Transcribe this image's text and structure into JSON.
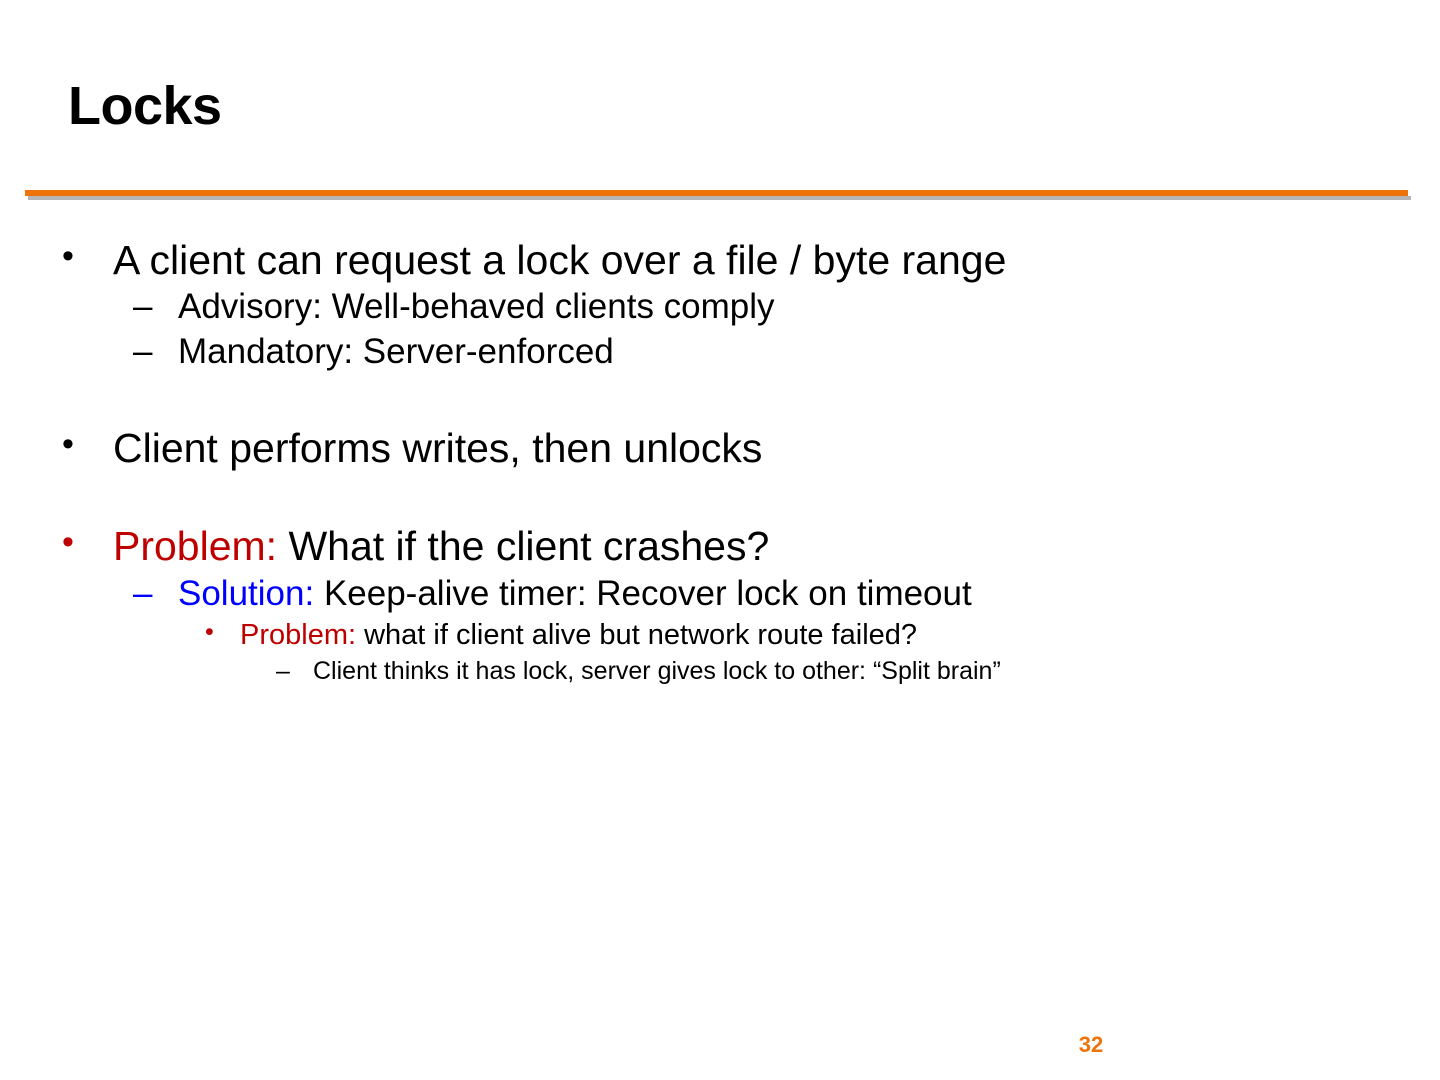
{
  "slide": {
    "title": "Locks",
    "page_number": "32",
    "accent_color": "#EE7309",
    "problem_color": "#BE0000",
    "solution_color": "#0000FF",
    "title_color": "#000000",
    "background_color": "#FFFFFF"
  },
  "markers": {
    "bullet_dot": "•",
    "dash": "–"
  },
  "bullets": {
    "b1": {
      "text": "A client can request a lock over a file / byte range"
    },
    "b1a": {
      "text": "Advisory: Well-behaved clients comply"
    },
    "b1b": {
      "text": "Mandatory: Server-enforced"
    },
    "b2": {
      "text": "Client performs writes, then unlocks"
    },
    "b3": {
      "emphasis": "Problem:",
      "text": " What if the client crashes?"
    },
    "b3a": {
      "emphasis": "Solution:",
      "text": " Keep-alive timer: Recover lock on timeout"
    },
    "b3a1": {
      "emphasis": "Problem:",
      "text": " what if client alive but network route failed?"
    },
    "b3a1i": {
      "text": "Client thinks it has lock, server gives lock to other:  “Split brain”"
    }
  }
}
